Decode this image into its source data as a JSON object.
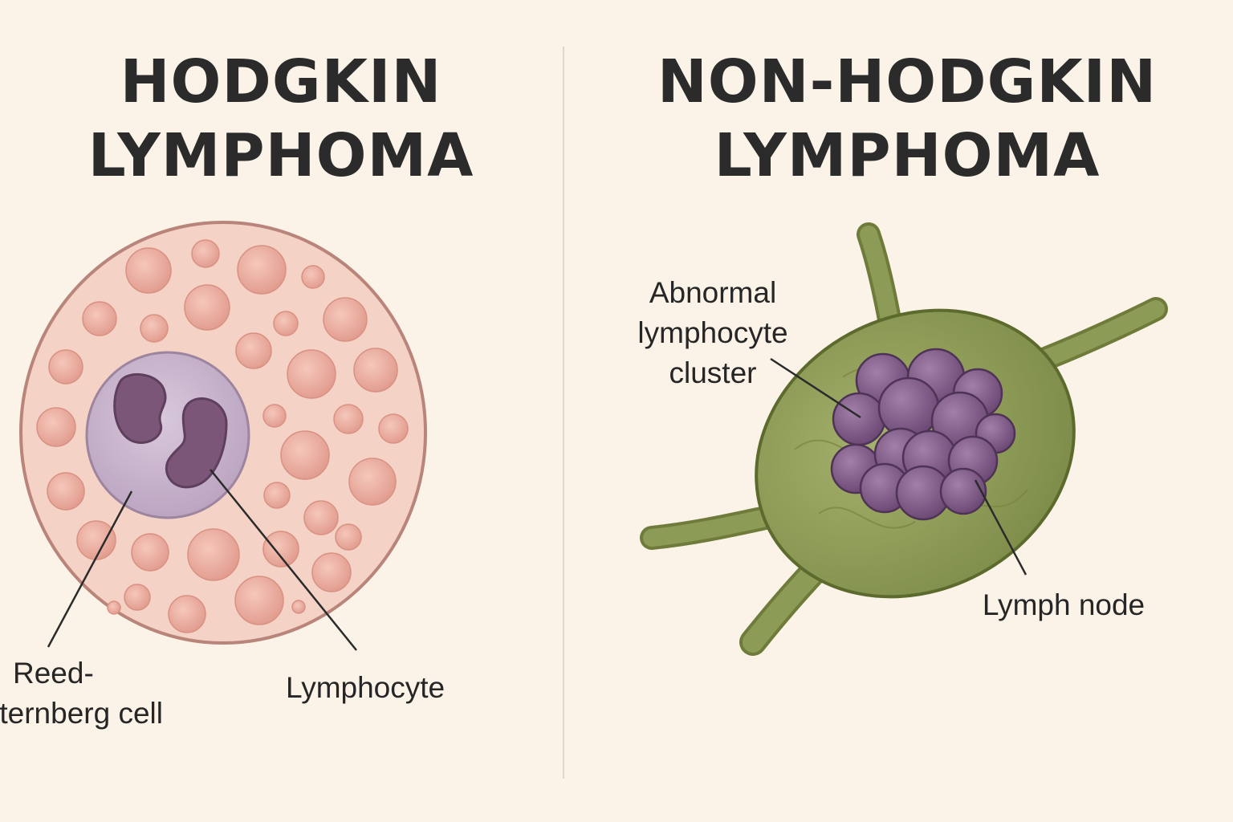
{
  "left_panel": {
    "title_line1": "HODGKIN",
    "title_line2": "LYMPHOMA",
    "labels": {
      "reed_line1": "Reed-",
      "reed_line2": "Sternberg cell",
      "lymphocyte": "Lymphocyte"
    }
  },
  "right_panel": {
    "title_line1": "NON-HODGKIN",
    "title_line2": "LYMPHOMA",
    "labels": {
      "cluster_line1": "Abnormal",
      "cluster_line2": "lymphocyte",
      "cluster_line3": "cluster",
      "lymph_node": "Lymph node"
    }
  },
  "colors": {
    "background": "#fbf3e8",
    "tissue_fill": "#f4d2c6",
    "tissue_border": "#b9857a",
    "lymphocyte_dot": "#e7a99c",
    "reed_sternberg_cell": "#cbb7cf",
    "nucleus": "#7b5679",
    "lymph_node": "#8c9b55",
    "cluster_cell": "#7d5a86"
  }
}
